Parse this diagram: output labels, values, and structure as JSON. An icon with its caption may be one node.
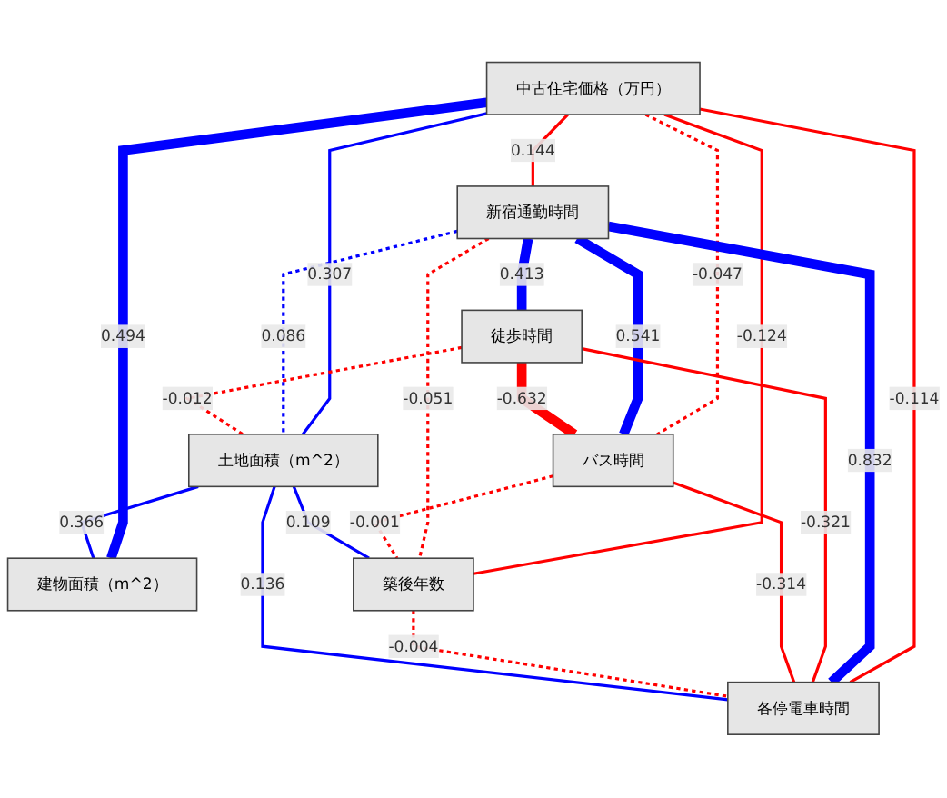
{
  "diagram": {
    "nodes": [
      {
        "text": [
          "中古住宅価格（万円）"
        ]
      },
      {
        "text": [
          "新宿通勤時間"
        ]
      },
      {
        "text": [
          "土地面積（m^2）"
        ]
      },
      {
        "text": [
          "徒歩時間"
        ]
      },
      {
        "text": [
          "建物面積（m^2）"
        ]
      },
      {
        "text": [
          "バス時間"
        ]
      },
      {
        "text": [
          "築後年数"
        ]
      },
      {
        "text": [
          "各停電車時間"
        ]
      }
    ],
    "edges": [
      {
        "from": 0,
        "to": 1,
        "arrow": "none",
        "label": "0.144",
        "color": "#ff0000"
      },
      {
        "from": 0,
        "to": 2,
        "arrow": "none",
        "label": "0.307",
        "color": "#0000ff"
      },
      {
        "from": 0,
        "to": 4,
        "arrow": "none",
        "label": "0.494",
        "style": "thick",
        "color": "#0000ff"
      },
      {
        "from": 0,
        "to": 7,
        "arrow": "none",
        "label": "-0.114",
        "color": "#ff0000"
      },
      {
        "from": 0,
        "to": 6,
        "arrow": "none",
        "label": "-0.124",
        "color": "#ff0000"
      },
      {
        "from": 0,
        "to": 5,
        "arrow": "none",
        "label": "-0.047",
        "style": "dashed",
        "color": "#ff0000"
      },
      {
        "from": 1,
        "to": 2,
        "arrow": "none",
        "label": "0.086",
        "style": "dashed",
        "color": "#0000ff"
      },
      {
        "from": 1,
        "to": 6,
        "arrow": "none",
        "label": "-0.051",
        "style": "dashed",
        "color": "#ff0000"
      },
      {
        "from": 3,
        "to": 2,
        "arrow": "none",
        "label": "-0.012",
        "style": "dashed",
        "color": "#ff0000"
      },
      {
        "from": 1,
        "to": 3,
        "arrow": "none",
        "label": "0.413",
        "style": "thick",
        "color": "#0000ff"
      },
      {
        "from": 1,
        "to": 5,
        "arrow": "none",
        "label": "0.541",
        "style": "thick",
        "color": "#0000ff"
      },
      {
        "from": 1,
        "to": 7,
        "arrow": "none",
        "label": "0.832",
        "style": "thick",
        "color": "#0000ff"
      },
      {
        "from": 3,
        "to": 5,
        "arrow": "none",
        "label": "-0.632",
        "style": "thick",
        "color": "#ff0000"
      },
      {
        "from": 3,
        "to": 7,
        "arrow": "none",
        "label": "-0.321",
        "color": "#ff0000"
      },
      {
        "from": 5,
        "to": 6,
        "arrow": "none",
        "label": "-0.001",
        "style": "dashed",
        "color": "#ff0000"
      },
      {
        "from": 5,
        "to": 7,
        "arrow": "none",
        "label": "-0.314",
        "color": "#ff0000"
      },
      {
        "from": 6,
        "to": 7,
        "arrow": "none",
        "label": "-0.004",
        "style": "dashed",
        "color": "#ff0000"
      },
      {
        "from": 2,
        "to": 4,
        "arrow": "none",
        "label": "0.366",
        "color": "#0000ff"
      },
      {
        "from": 2,
        "to": 7,
        "arrow": "none",
        "label": "0.136",
        "color": "#0000ff"
      },
      {
        "from": 2,
        "to": 6,
        "arrow": "none",
        "label": "0.109",
        "color": "#0000ff"
      }
    ]
  }
}
